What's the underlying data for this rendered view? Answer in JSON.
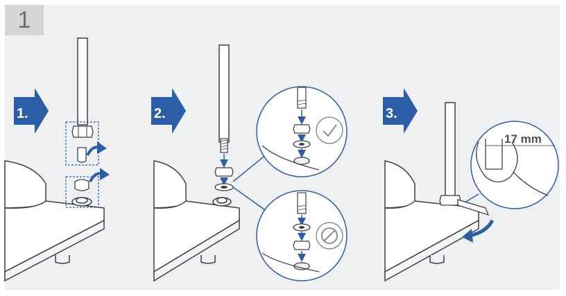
{
  "step_number": "1",
  "substeps": [
    {
      "label": "1."
    },
    {
      "label": "2."
    },
    {
      "label": "3."
    }
  ],
  "wrench_size": "17 mm",
  "colors": {
    "accent": "#2b5ea6",
    "line": "#3a3f45",
    "panel": "#eef0f1",
    "ok_icon": "check-circle-icon",
    "bad_icon": "prohibited-circle-icon"
  }
}
